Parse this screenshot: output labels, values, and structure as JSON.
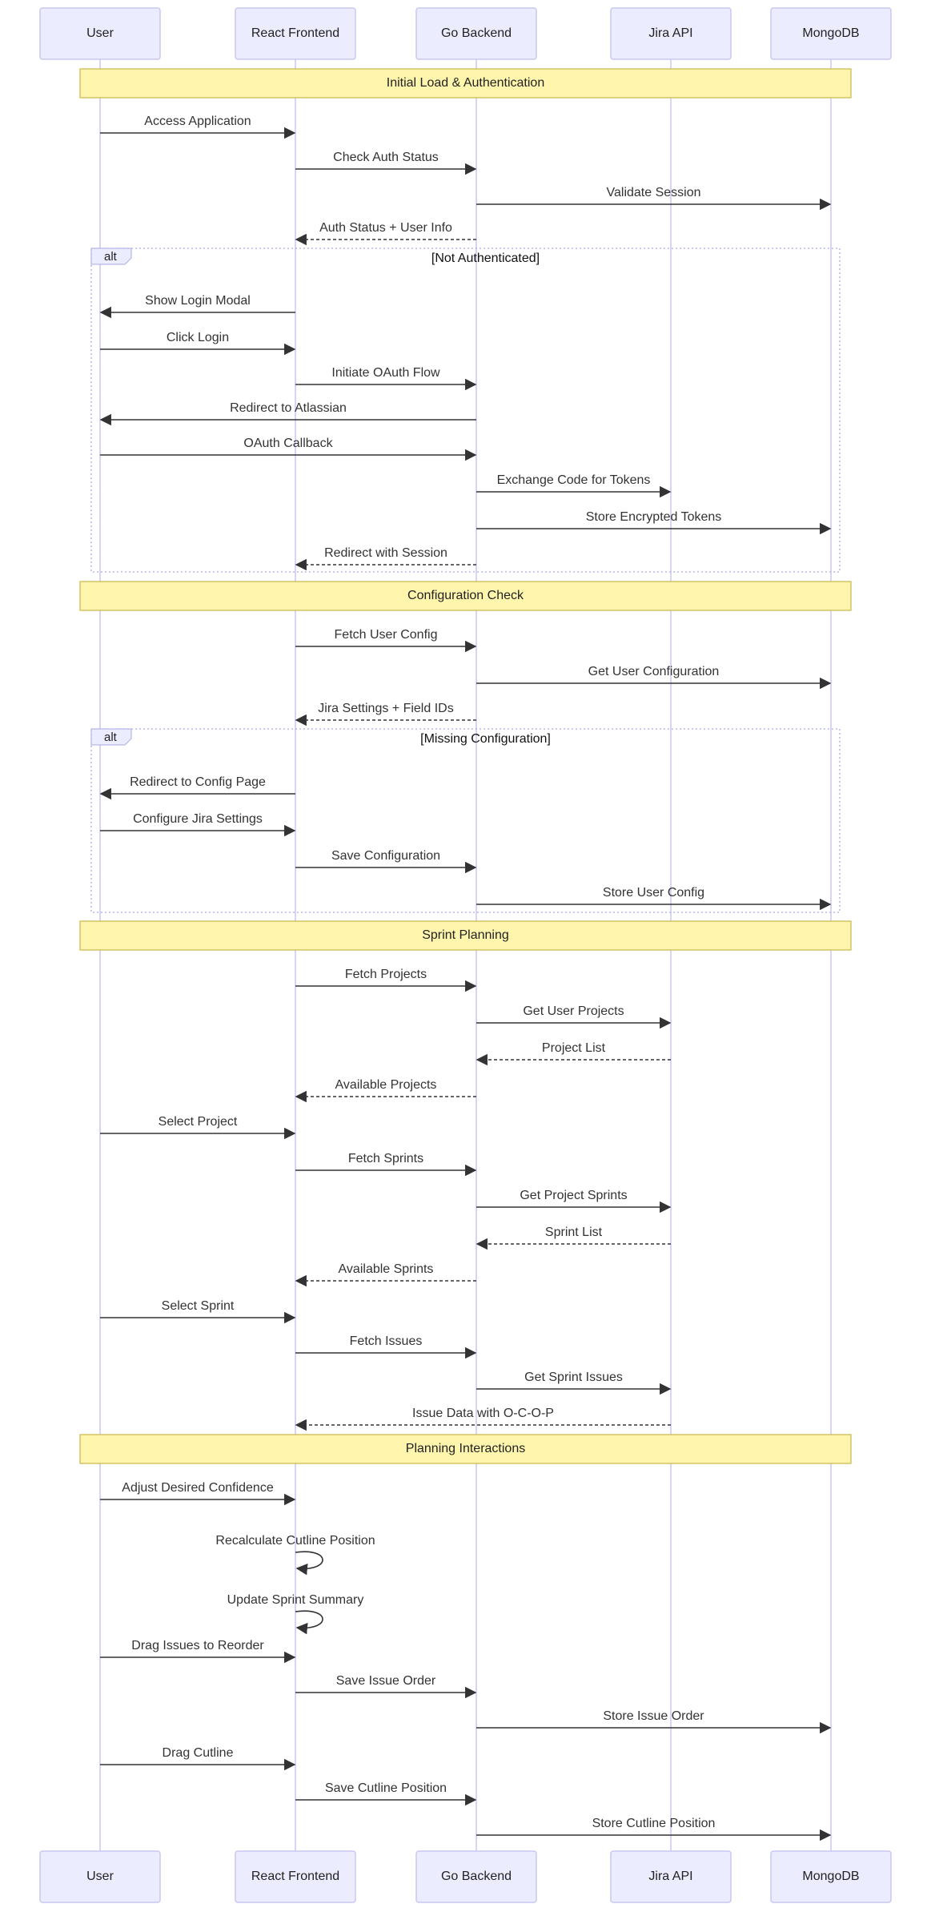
{
  "actors": [
    {
      "id": "user",
      "label": "User"
    },
    {
      "id": "frontend",
      "label": "React Frontend"
    },
    {
      "id": "backend",
      "label": "Go Backend"
    },
    {
      "id": "jira",
      "label": "Jira API"
    },
    {
      "id": "mongo",
      "label": "MongoDB"
    }
  ],
  "sections": [
    {
      "label": "Initial Load & Authentication"
    },
    {
      "label": "Configuration Check"
    },
    {
      "label": "Sprint Planning"
    },
    {
      "label": "Planning Interactions"
    }
  ],
  "alt_blocks": [
    {
      "tag": "alt",
      "condition": "[Not Authenticated]"
    },
    {
      "tag": "alt",
      "condition": "[Missing Configuration]"
    }
  ],
  "messages": [
    {
      "from": "user",
      "to": "frontend",
      "label": "Access Application",
      "dashed": false
    },
    {
      "from": "frontend",
      "to": "backend",
      "label": "Check Auth Status",
      "dashed": false
    },
    {
      "from": "backend",
      "to": "mongo",
      "label": "Validate Session",
      "dashed": false
    },
    {
      "from": "backend",
      "to": "frontend",
      "label": "Auth Status + User Info",
      "dashed": true
    },
    {
      "from": "frontend",
      "to": "user",
      "label": "Show Login Modal",
      "dashed": false
    },
    {
      "from": "user",
      "to": "frontend",
      "label": "Click Login",
      "dashed": false
    },
    {
      "from": "frontend",
      "to": "backend",
      "label": "Initiate OAuth Flow",
      "dashed": false
    },
    {
      "from": "backend",
      "to": "user",
      "label": "Redirect to Atlassian",
      "dashed": false
    },
    {
      "from": "user",
      "to": "backend",
      "label": "OAuth Callback",
      "dashed": false
    },
    {
      "from": "backend",
      "to": "jira",
      "label": "Exchange Code for Tokens",
      "dashed": false
    },
    {
      "from": "backend",
      "to": "mongo",
      "label": "Store Encrypted Tokens",
      "dashed": false
    },
    {
      "from": "backend",
      "to": "frontend",
      "label": "Redirect with Session",
      "dashed": true
    },
    {
      "from": "frontend",
      "to": "backend",
      "label": "Fetch User Config",
      "dashed": false
    },
    {
      "from": "backend",
      "to": "mongo",
      "label": "Get User Configuration",
      "dashed": false
    },
    {
      "from": "backend",
      "to": "frontend",
      "label": "Jira Settings + Field IDs",
      "dashed": true
    },
    {
      "from": "frontend",
      "to": "user",
      "label": "Redirect to Config Page",
      "dashed": false
    },
    {
      "from": "user",
      "to": "frontend",
      "label": "Configure Jira Settings",
      "dashed": false
    },
    {
      "from": "frontend",
      "to": "backend",
      "label": "Save Configuration",
      "dashed": false
    },
    {
      "from": "backend",
      "to": "mongo",
      "label": "Store User Config",
      "dashed": false
    },
    {
      "from": "frontend",
      "to": "backend",
      "label": "Fetch Projects",
      "dashed": false
    },
    {
      "from": "backend",
      "to": "jira",
      "label": "Get User Projects",
      "dashed": false
    },
    {
      "from": "jira",
      "to": "backend",
      "label": "Project List",
      "dashed": true
    },
    {
      "from": "backend",
      "to": "frontend",
      "label": "Available Projects",
      "dashed": true
    },
    {
      "from": "user",
      "to": "frontend",
      "label": "Select Project",
      "dashed": false
    },
    {
      "from": "frontend",
      "to": "backend",
      "label": "Fetch Sprints",
      "dashed": false
    },
    {
      "from": "backend",
      "to": "jira",
      "label": "Get Project Sprints",
      "dashed": false
    },
    {
      "from": "jira",
      "to": "backend",
      "label": "Sprint List",
      "dashed": true
    },
    {
      "from": "backend",
      "to": "frontend",
      "label": "Available Sprints",
      "dashed": true
    },
    {
      "from": "user",
      "to": "frontend",
      "label": "Select Sprint",
      "dashed": false
    },
    {
      "from": "frontend",
      "to": "backend",
      "label": "Fetch Issues",
      "dashed": false
    },
    {
      "from": "backend",
      "to": "jira",
      "label": "Get Sprint Issues",
      "dashed": false
    },
    {
      "from": "jira",
      "to": "frontend",
      "label": "Issue Data with O-C-O-P",
      "dashed": true
    },
    {
      "from": "user",
      "to": "frontend",
      "label": "Adjust Desired Confidence",
      "dashed": false
    },
    {
      "from": "frontend",
      "to": "frontend",
      "label": "Recalculate Cutline Position",
      "dashed": false,
      "self": true
    },
    {
      "from": "frontend",
      "to": "frontend",
      "label": "Update Sprint Summary",
      "dashed": false,
      "self": true
    },
    {
      "from": "user",
      "to": "frontend",
      "label": "Drag Issues to Reorder",
      "dashed": false
    },
    {
      "from": "frontend",
      "to": "backend",
      "label": "Save Issue Order",
      "dashed": false
    },
    {
      "from": "backend",
      "to": "mongo",
      "label": "Store Issue Order",
      "dashed": false
    },
    {
      "from": "user",
      "to": "frontend",
      "label": "Drag Cutline",
      "dashed": false
    },
    {
      "from": "frontend",
      "to": "backend",
      "label": "Save Cutline Position",
      "dashed": false
    },
    {
      "from": "backend",
      "to": "mongo",
      "label": "Store Cutline Position",
      "dashed": false
    }
  ],
  "colors": {
    "actor_fill": "#ECECFF",
    "note_fill": "#FFF5AD",
    "arrow": "#333333"
  }
}
